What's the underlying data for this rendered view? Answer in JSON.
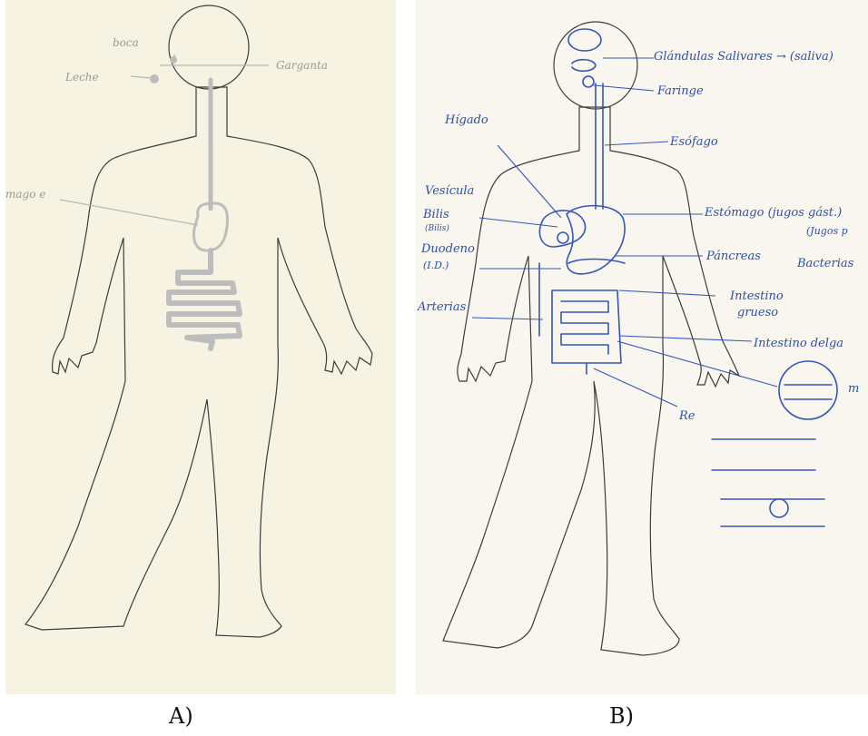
{
  "panel_a": {
    "caption": "A)",
    "labels": {
      "boca": "boca",
      "leche": "Leche",
      "garganta": "Garganta",
      "estomago": "mago e"
    }
  },
  "panel_b": {
    "caption": "B)",
    "labels": {
      "glandulas": "Glándulas Salivares → (saliva)",
      "faringe": "Faringe",
      "higado": "Hígado",
      "esofago": "Esófago",
      "vesicula": "Vesícula",
      "bilis": "Bilis",
      "bilis_sub": "(Bilis)",
      "estomago": "Estómago (jugos gást.)",
      "jugos": "(Jugos p",
      "duodeno": "Duodeno",
      "duodeno_sub": "(I.D.)",
      "pancreas": "Páncreas",
      "bacterias": "Bacterias",
      "arterias": "Arterias",
      "intestino_grueso_1": "Intestino",
      "intestino_grueso_2": "grueso",
      "intestino_delgado": "Intestino delga",
      "recto": "Re",
      "mark_m": "m"
    }
  },
  "colors": {
    "panel_a_bg": "#f6f3e2",
    "panel_b_bg": "#f8f6ee",
    "pencil_grey": "#bdbdbd",
    "ink_blue": "#3556b8"
  }
}
